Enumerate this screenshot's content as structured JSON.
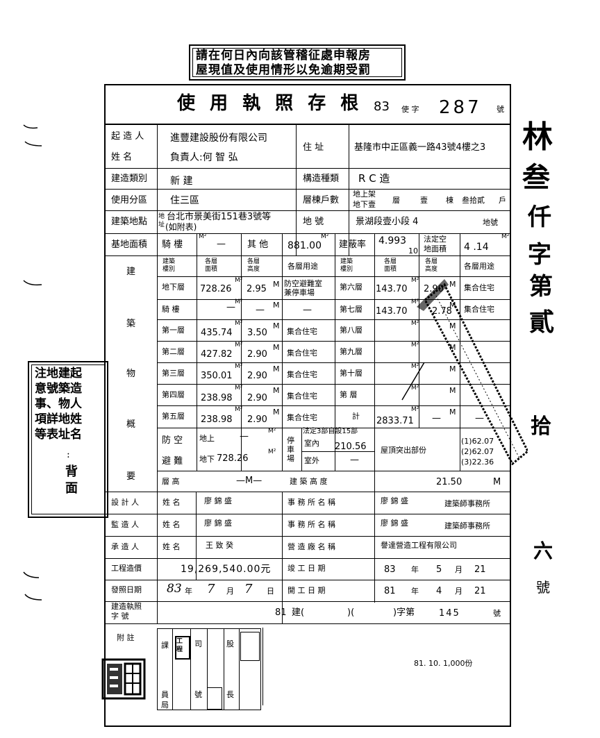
{
  "notice": {
    "line1": "請在何日內向該管稽征處申報房",
    "line2": "屋現值及使用情形以免逾期受罰"
  },
  "header": {
    "title": "使 用 執 照 存 根",
    "year": "83",
    "type": "使 字",
    "number": "287",
    "suffix": "號"
  },
  "builder": {
    "label_a": "起 造 人",
    "label_b": "姓    名",
    "company": "進豐建設股份有限公司",
    "responsible": "負責人:何 智 弘",
    "address_label": "住    址",
    "address": "基隆市中正區義一路43號4樓之3"
  },
  "build_type": {
    "label": "建造類別",
    "value": "新    建"
  },
  "structure": {
    "label": "構造種類",
    "value": "R C 造"
  },
  "zone": {
    "label": "使用分區",
    "value": "住三區"
  },
  "floors": {
    "label": "層棟戶數",
    "above": "地上架",
    "below": "地下壹",
    "unit_layer": "層",
    "count_a": "壹",
    "unit_bldg": "棟",
    "count_b": "叁拾貳",
    "unit_house": "戶"
  },
  "site": {
    "label": "建築地點",
    "prefix": "地址",
    "address": "台北市景美街151巷3號等",
    "note": "(如附表)",
    "lot_label": "地    號",
    "lot": "景湖段壹小段 4",
    "lot_suffix": "地號"
  },
  "area": {
    "label": "基地面積",
    "arcade_label": "騎    樓",
    "arcade": "—",
    "other_label": "其    他",
    "other": "881.00",
    "unit": "M²",
    "coverage_label": "建蔽率",
    "coverage": "4.993",
    "coverage_den": "10",
    "open_label_a": "法定空",
    "open_label_b": "地面積",
    "open": "4  .14"
  },
  "items": {
    "side_label": [
      "建",
      "築",
      "物",
      "概",
      "要"
    ],
    "headers": [
      "建築\n樓別",
      "各層\n面積",
      "各層\n高度",
      "各層用途"
    ],
    "rows": [
      {
        "floor": "地下層",
        "area": "728.26",
        "height": "2.95",
        "use": "防空避難室\n兼停車場"
      },
      {
        "floor": "騎    樓",
        "area": "—",
        "height": "—",
        "use": "—"
      },
      {
        "floor": "第一層",
        "area": "435.74",
        "height": "3.50",
        "use": "集合住宅"
      },
      {
        "floor": "第二層",
        "area": "427.82",
        "height": "2.90",
        "use": "集合住宅"
      },
      {
        "floor": "第三層",
        "area": "350.01",
        "height": "2.90",
        "use": "集合住宅"
      },
      {
        "floor": "第四層",
        "area": "238.98",
        "height": "2.90",
        "use": "集合住宅"
      },
      {
        "floor": "第五層",
        "area": "238.98",
        "height": "2.90",
        "use": "集合住宅"
      }
    ],
    "right_rows": [
      {
        "floor": "第六層",
        "area": "143.70",
        "height": "2.90",
        "use": "集合住宅"
      },
      {
        "floor": "第七層",
        "area": "143.70",
        "height": "2.78",
        "use": "集合住宅"
      },
      {
        "floor": "第八層",
        "area": "",
        "height": "",
        "use": ""
      },
      {
        "floor": "第九層",
        "area": "",
        "height": "",
        "use": ""
      },
      {
        "floor": "第十層",
        "area": "",
        "height": "",
        "use": ""
      },
      {
        "floor": "第      層",
        "area": "",
        "height": "",
        "use": ""
      },
      {
        "floor": "計",
        "area": "2833.71",
        "height": "—",
        "use": "—"
      }
    ],
    "unit": "M²",
    "unit_h": "M"
  },
  "shelter": {
    "label_a": "防    空",
    "label_b": "避    難",
    "above": "地上",
    "above_val": "—",
    "below": "地下",
    "below_val": "728.26",
    "parking_label": "停車場",
    "parking_note": "法定3部自設15部",
    "indoor": "室內",
    "indoor_val": "210.56",
    "outdoor": "室外",
    "outdoor_val": "—",
    "roof_label": "屋頂突出部份",
    "roof": [
      "(1)62.07",
      "(2)62.07",
      "(3)22.36"
    ]
  },
  "height": {
    "label": "層    高",
    "value": "—M—",
    "bldg_label": "建    築    高    度",
    "bldg_value": "21.50",
    "unit": "M"
  },
  "designer": {
    "label": "設 計 人",
    "name_label": "姓    名",
    "name": "廖 錦 盛",
    "office_label": "事  務  所  名  稱",
    "office_name": "廖 錦 盛",
    "office": "建築師事務所"
  },
  "supervisor": {
    "label": "監 造 人",
    "name_label": "姓    名",
    "name": "廖 錦 盛",
    "office_label": "事  務  所  名  稱",
    "office_name": "廖 錦 盛",
    "office": "建築師事務所"
  },
  "contractor": {
    "label": "承 造 人",
    "name_label": "姓    名",
    "name": "王  致  癸",
    "firm_label": "營  造  廠  名  稱",
    "firm": "譽達營造工程有限公司"
  },
  "cost": {
    "label": "工程造價",
    "value": "19,269,540.00元",
    "done_label": "竣    工    日    期",
    "done_y": "83",
    "done_m": "5",
    "done_d": "21"
  },
  "issue": {
    "label": "發照日期",
    "y": "83",
    "m": "7",
    "d": "7",
    "start_label": "開    工    日    期",
    "start_y": "81",
    "start_m": "4",
    "start_d": "21",
    "year_unit": "年",
    "month_unit": "月",
    "day_unit": "日"
  },
  "permit": {
    "label_a": "建造執照",
    "label_b": "字    號",
    "year": "81",
    "text_a": "建(",
    "text_b": ")(",
    "text_c": ")字第",
    "number": "145",
    "suffix": "號"
  },
  "remark": {
    "label": "附    註",
    "cells": [
      "課",
      "工程",
      "股",
      "長",
      "局"
    ],
    "sub": [
      "員",
      "司",
      "號",
      "長"
    ]
  },
  "footer": {
    "print": "81. 10. 1,000份"
  },
  "side_note": {
    "lines": [
      "注地建起",
      "意號築造",
      "事、物人",
      "項詳地姓",
      "等表址名"
    ],
    "back": "背面",
    "dot": ":"
  },
  "right_stamp": {
    "chars": [
      "林",
      "叁",
      "仟",
      "字",
      "第",
      "貳",
      "六",
      "拾",
      "號"
    ]
  }
}
